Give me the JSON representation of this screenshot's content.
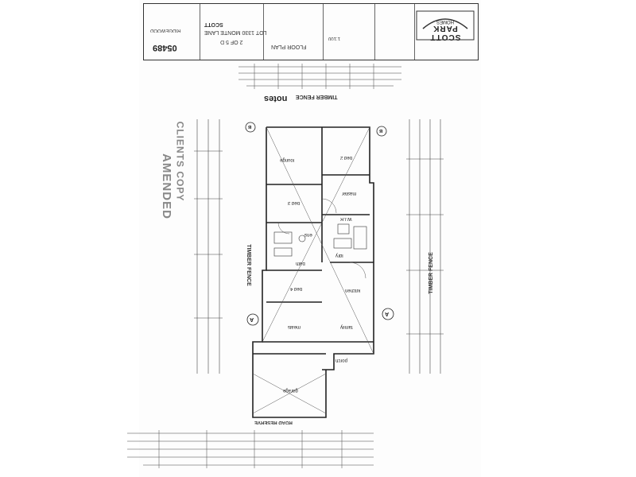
{
  "title_block": {
    "builder": "SCOTT PARK",
    "builder_sub": "HOMES",
    "job_number": "05489",
    "sheet_status": "2 OF 5   D",
    "drawing_title": "FLOOR PLAN",
    "client": "SCOTT",
    "lot": "LOT 1330 MONTE LANE",
    "suburb": "RIDGEWOOD",
    "plan_scale": "1:100",
    "notes_heading": "notes"
  },
  "stamps": {
    "amended_1": "AMENDED",
    "amended_2": "CLIENTS COPY"
  },
  "boundaries": {
    "top": "TIMBER FENCE",
    "left": "TIMBER FENCE",
    "right": "TIMBER FENCE",
    "bottom": "ROAD RESERVE"
  },
  "rooms": {
    "lounge": "lounge",
    "bed2": "bed 2",
    "bed3": "bed 3",
    "bed4": "bed 4",
    "master": "master",
    "ens": "ens",
    "wir": "W.I.R",
    "bath": "bath",
    "kitchen": "kitchen",
    "family": "family",
    "meals": "meals",
    "laundry": "ldry",
    "garage": "garage",
    "porch": "porch"
  },
  "section_markers": [
    "A",
    "A",
    "B",
    "B"
  ]
}
